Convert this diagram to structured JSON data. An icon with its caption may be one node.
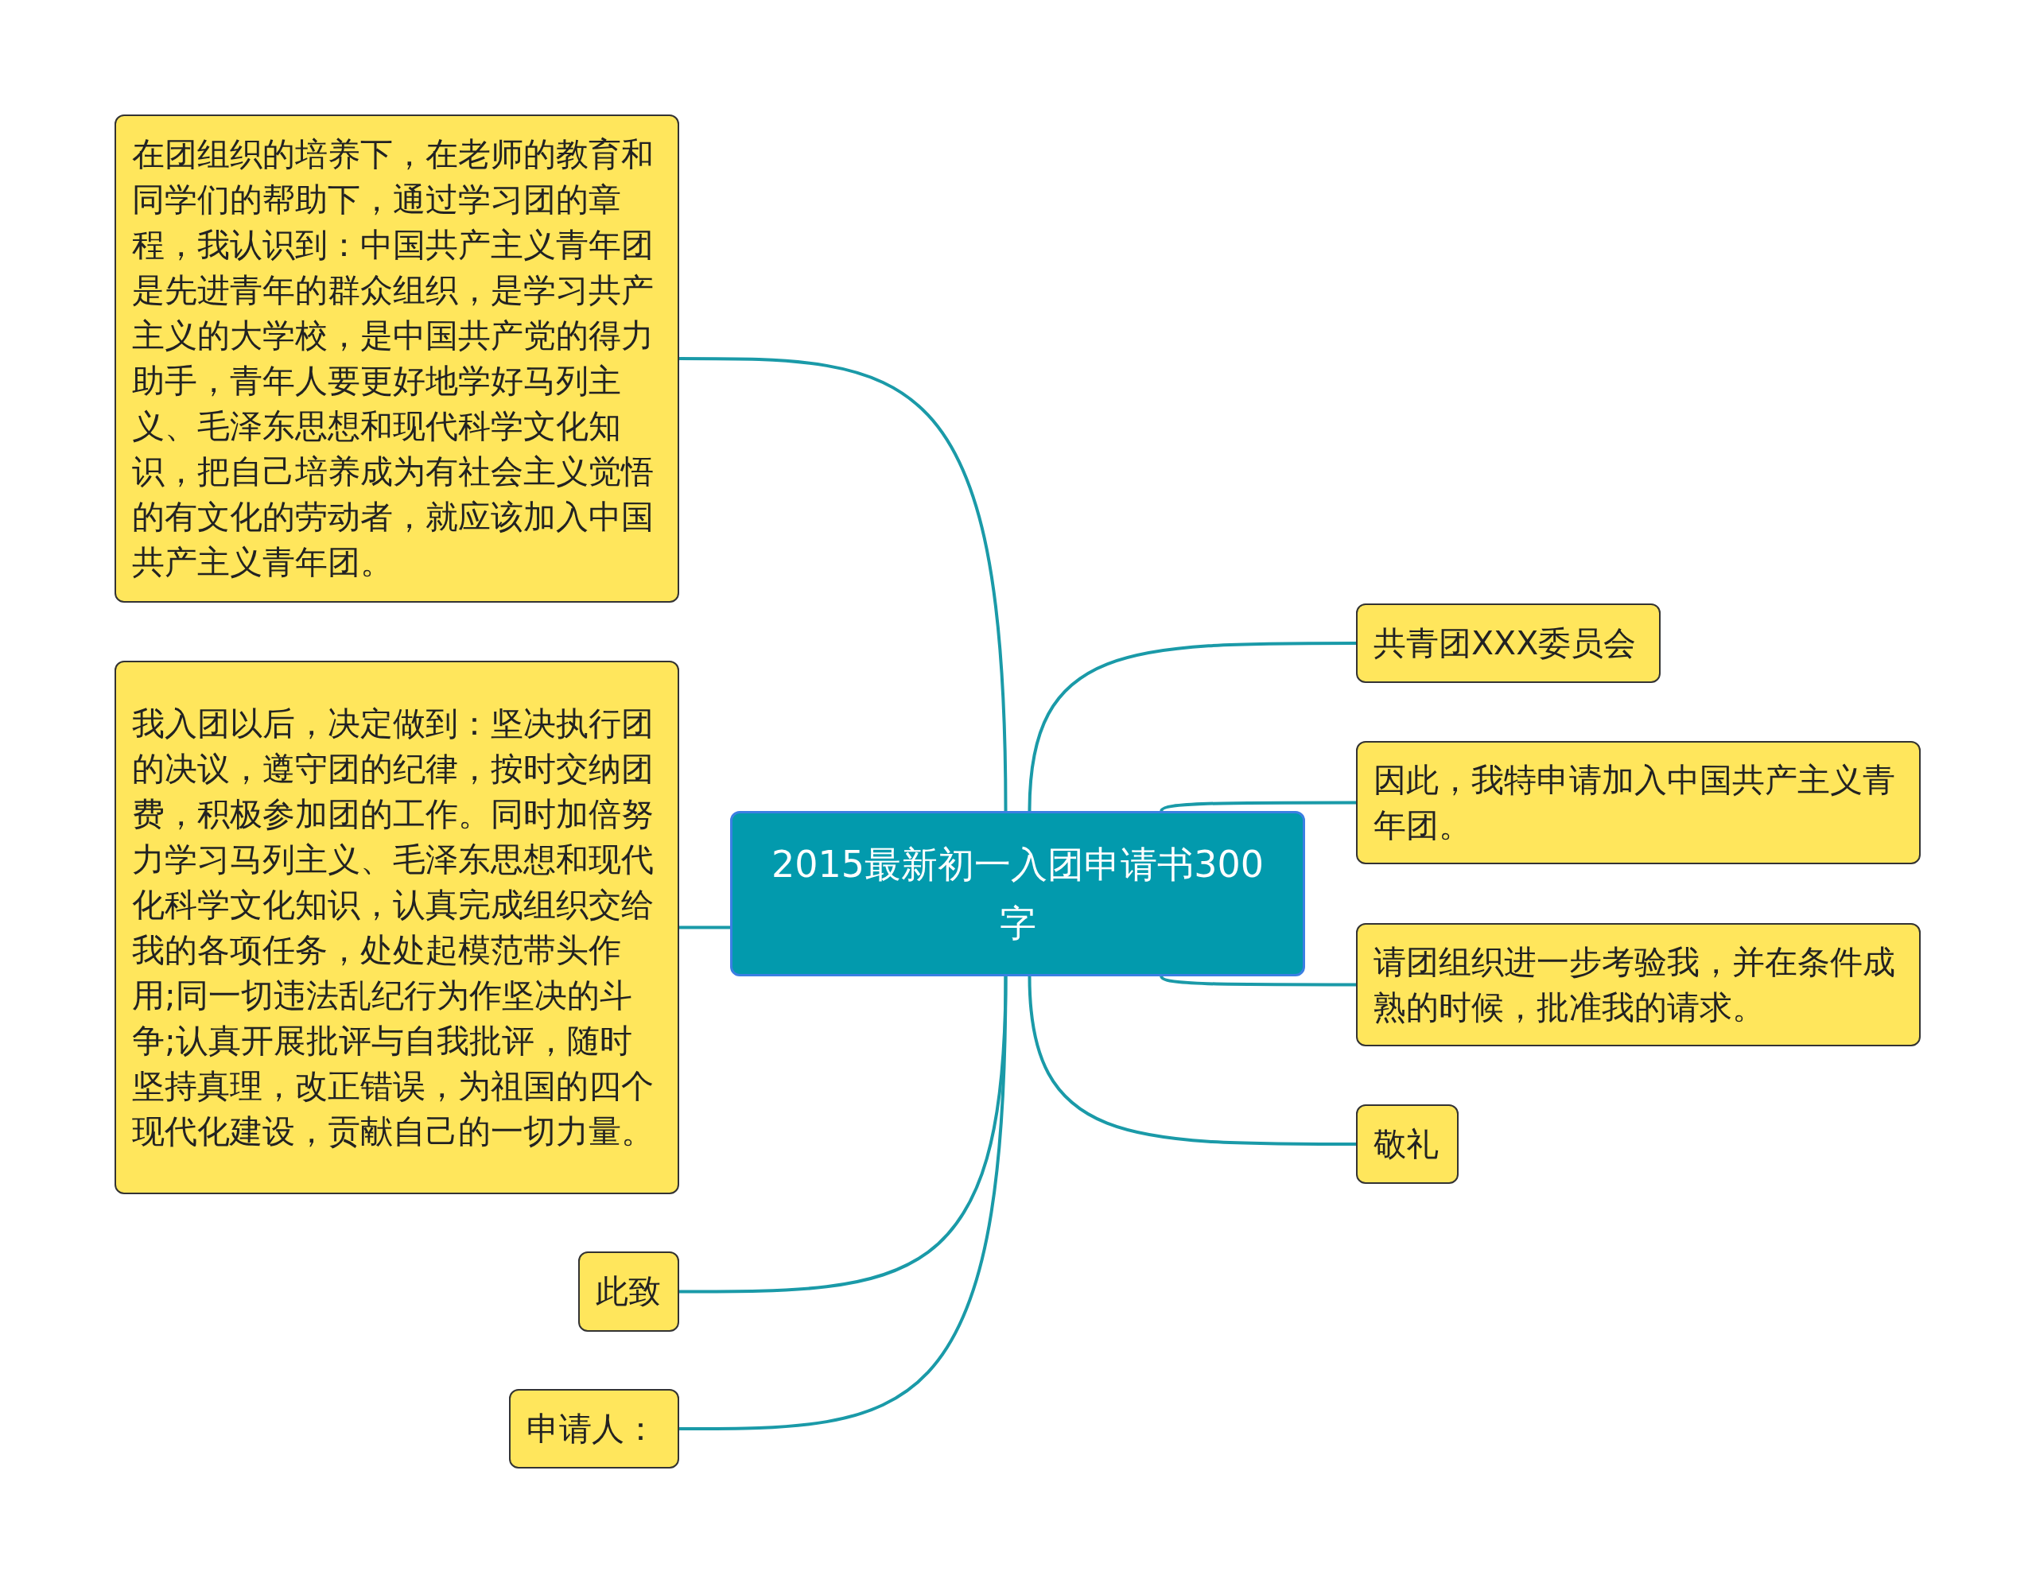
{
  "diagram": {
    "nodes": [
      {
        "text": [
          "2015最新初一入团申请书300字"
        ]
      },
      {
        "text": [
          "在团组织的培养下，在老师的教育和同学们的帮助下，通过学习团的章程，我认识到：中国共产主义青年团是先进青年的群众组织，是学习共产主义的大学校，是中国共产党的得力助手，青年人要更好地学好马列主义、毛泽东思想和现代科学文化知识，把自己培养成为有社会主义觉悟的有文化的劳动者，就应该加入中国共产主义青年团。"
        ]
      },
      {
        "text": [
          "我入团以后，决定做到：坚决执行团的决议，遵守团的纪律，按时交纳团费，积极参加团的工作。同时加倍努力学习马列主义、毛泽东思想和现代化科学文化知识，认真完成组织交给我的各项任务，处处起模范带头作用;同一切违法乱纪行为作坚决的斗争;认真开展批评与自我批评，随时坚持真理，改正错误，为祖国的四个现代化建设，贡献自己的一切力量。"
        ]
      },
      {
        "text": [
          "此致"
        ]
      },
      {
        "text": [
          "申请人："
        ]
      },
      {
        "text": [
          "共青团XXX委员会"
        ]
      },
      {
        "text": [
          "因此，我特申请加入中国共产主义青年团。"
        ]
      },
      {
        "text": [
          "请团组织进一步考验我，并在条件成熟的时候，批准我的请求。"
        ]
      },
      {
        "text": [
          "敬礼"
        ]
      }
    ],
    "edges": [
      {
        "from": 0,
        "to": 1,
        "arrow": "none"
      },
      {
        "from": 0,
        "to": 2,
        "arrow": "none"
      },
      {
        "from": 0,
        "to": 3,
        "arrow": "none"
      },
      {
        "from": 0,
        "to": 4,
        "arrow": "none"
      },
      {
        "from": 0,
        "to": 5,
        "arrow": "none"
      },
      {
        "from": 0,
        "to": 6,
        "arrow": "none"
      },
      {
        "from": 0,
        "to": 7,
        "arrow": "none"
      },
      {
        "from": 0,
        "to": 8,
        "arrow": "none"
      }
    ]
  }
}
